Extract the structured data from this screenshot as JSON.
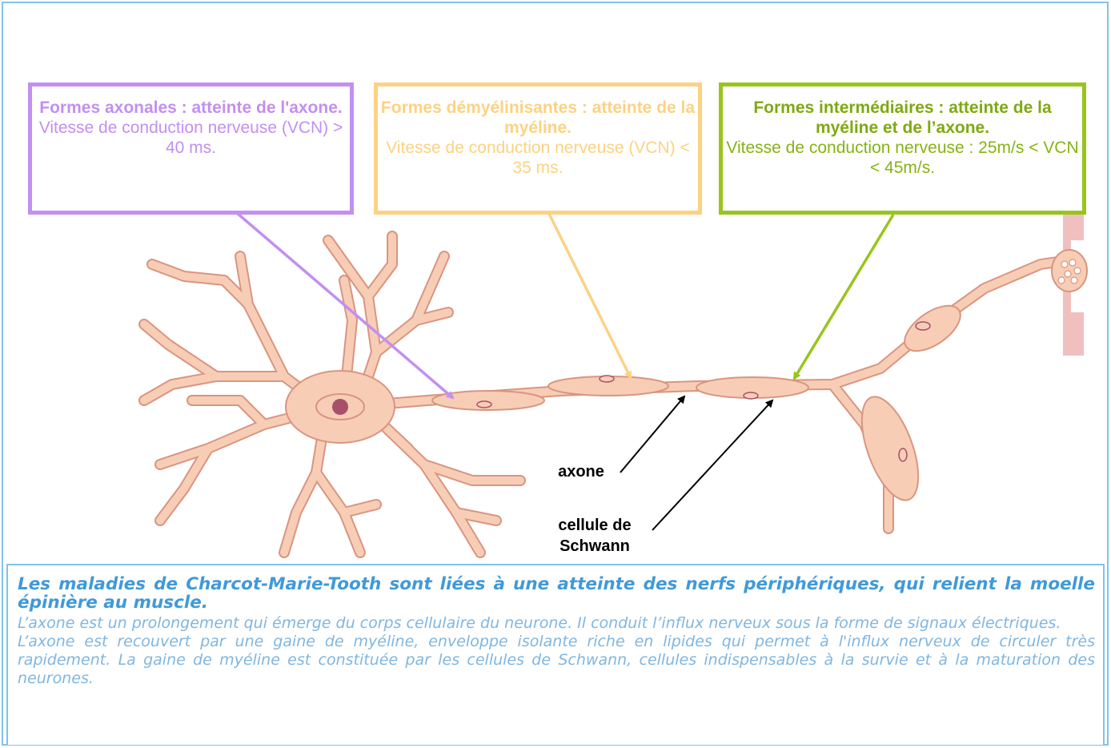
{
  "boxes": {
    "axonal": {
      "title": "Formes axonales : atteinte de l'axone.",
      "subtitle": "Vitesse de conduction nerveuse (VCN) > 40 ms."
    },
    "demyelinating": {
      "title": "Formes démyélinisantes : atteinte de la myéline.",
      "subtitle": "Vitesse de conduction nerveuse (VCN) < 35 ms."
    },
    "intermediate": {
      "title": "Formes intermédiaires : atteinte de la myéline et de l’axone.",
      "subtitle": "Vitesse de conduction nerveuse : 25m/s < VCN < 45m/s."
    }
  },
  "labels": {
    "axone": "axone",
    "schwann": "cellule de Schwann"
  },
  "caption": {
    "lead": "Les maladies de Charcot-Marie-Tooth sont liées à une atteinte des nerfs périphériques, qui relient la moelle épinière au muscle.",
    "paragraph_1": "L’axone est un prolongement qui émerge du corps cellulaire du neurone. Il conduit l’influx nerveux sous la forme de signaux électriques.",
    "paragraph_2": "L’axone est recouvert par une gaine de myéline, enveloppe isolante riche en lipides qui permet à l'influx nerveux de circuler très rapidement. La gaine de myéline est constituée par les cellules de Schwann, cellules indispensables à la survie et à la maturation des neurones."
  },
  "colors": {
    "frame": "#7fc3ea",
    "axonal": "#c38ff0",
    "demyelinating": "#fcd282",
    "intermediate": "#99c41b",
    "neuron_fill": "#f8cdb6",
    "neuron_outline": "#d99580",
    "nucleus": "#a7506a",
    "muscle": "#f0c0c0",
    "caption_lead": "#3f9ad9",
    "caption_text": "#7fb6e1"
  }
}
